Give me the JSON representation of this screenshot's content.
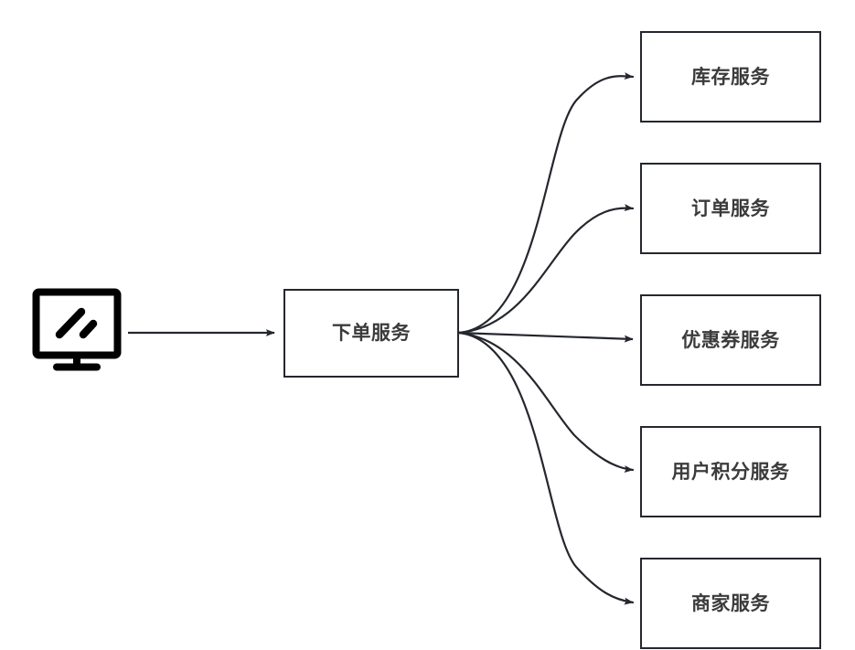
{
  "diagram": {
    "type": "flowchart",
    "title": "",
    "background_color": "#ffffff",
    "stroke_color": "#24272d",
    "text_color": "#3b3b3b",
    "client": {
      "icon": "monitor-icon",
      "label": ""
    },
    "central_node": {
      "label": "下单服务"
    },
    "service_nodes": [
      {
        "label": "库存服务"
      },
      {
        "label": "订单服务"
      },
      {
        "label": "优惠券服务"
      },
      {
        "label": "用户积分服务"
      },
      {
        "label": "商家服务"
      }
    ],
    "connections": [
      {
        "from": "monitor-icon",
        "to": "下单服务",
        "style": "straight-arrow"
      },
      {
        "from": "下单服务",
        "to": "库存服务",
        "style": "curved-arrow"
      },
      {
        "from": "下单服务",
        "to": "订单服务",
        "style": "curved-arrow"
      },
      {
        "from": "下单服务",
        "to": "优惠券服务",
        "style": "straight-arrow"
      },
      {
        "from": "下单服务",
        "to": "用户积分服务",
        "style": "curved-arrow"
      },
      {
        "from": "下单服务",
        "to": "商家服务",
        "style": "curved-arrow"
      }
    ]
  }
}
